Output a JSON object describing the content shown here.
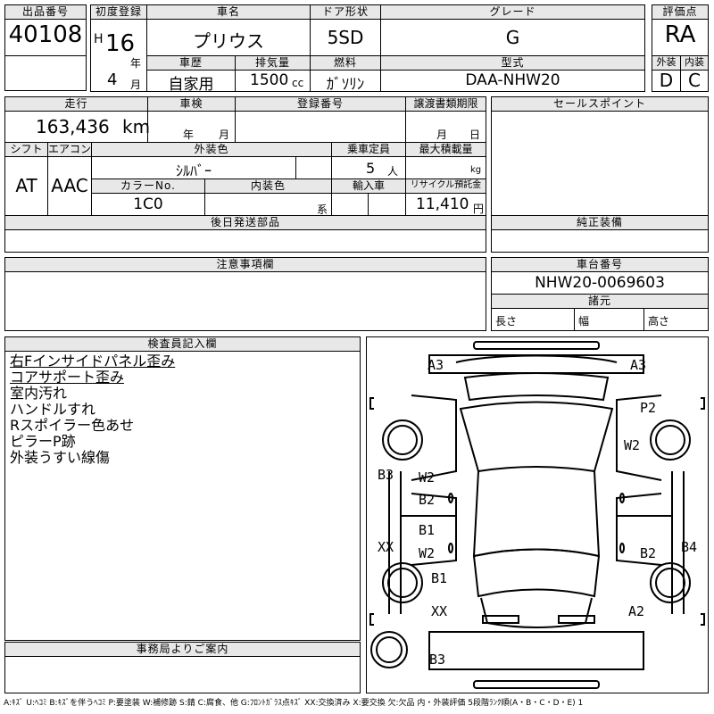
{
  "header": {
    "lot_no_label": "出品番号",
    "lot_no": "40108",
    "first_reg_label": "初度登録",
    "era": "H",
    "year": "16",
    "year_unit": "年",
    "month": "4",
    "month_unit": "月",
    "car_name_label": "車名",
    "car_name": "プリウス",
    "door_label": "ドア形状",
    "door": "5SD",
    "grade_label": "グレード",
    "grade": "G",
    "score_label": "評価点",
    "score": "RA",
    "history_label": "車歴",
    "history": "自家用",
    "displacement_label": "排気量",
    "displacement": "1500",
    "displacement_unit": "cc",
    "fuel_label": "燃料",
    "fuel": "ｶﾞｿﾘﾝ",
    "model_label": "型式",
    "model": "DAA-NHW20",
    "exterior_label": "外装",
    "exterior_grade": "D",
    "interior_label": "内装",
    "interior_grade": "C"
  },
  "row2": {
    "mileage_label": "走行",
    "mileage": "163,436",
    "mileage_unit": "km",
    "inspection_label": "車検",
    "inspection_year_unit": "年",
    "inspection_month_unit": "月",
    "reg_no_label": "登録番号",
    "transfer_label": "譲渡書類期限",
    "transfer_month_unit": "月",
    "transfer_day_unit": "日",
    "sales_point_label": "セールスポイント",
    "shift_label": "シフト",
    "shift": "AT",
    "ac_label": "エアコン",
    "ac": "AAC",
    "ext_color_label": "外装色",
    "ext_color": "ｼﾙﾊﾞｰ",
    "capacity_label": "乗車定員",
    "capacity": "5",
    "capacity_unit": "人",
    "max_load_label": "最大積載量",
    "max_load_unit": "kg",
    "color_no_label": "カラーNo.",
    "color_no": "1C0",
    "int_color_label": "内装色",
    "int_color_unit": "系",
    "import_label": "輸入車",
    "recycle_label": "リサイクル預託金",
    "recycle": "11,410",
    "recycle_unit": "円",
    "later_parts_label": "後日発送部品",
    "genuine_label": "純正装備"
  },
  "notes_label": "注意事項欄",
  "chassis": {
    "label": "車台番号",
    "value": "NHW20-0069603",
    "dims_label": "諸元",
    "length_label": "長さ",
    "width_label": "幅",
    "height_label": "高さ"
  },
  "inspector": {
    "label": "検査員記入欄",
    "notes": [
      "右Fインサイドパネル歪み",
      "コアサポート歪み",
      "室内汚れ",
      "ハンドルすれ",
      "Rスポイラー色あせ",
      "ピラーP跡",
      "外装うすい線傷"
    ]
  },
  "office_label": "事務局よりご案内",
  "diagram_marks": [
    "A3",
    "A3",
    "P2",
    "W2",
    "B3",
    "W2",
    "B2",
    "B1",
    "W2",
    "XX",
    "B4",
    "B2",
    "B1",
    "XX",
    "A2",
    "B3"
  ],
  "legend": "A:ｷｽﾞ U:ﾍｺﾐ B:ｷｽﾞを伴うﾍｺﾐ P:要塗装 W:補修跡 S:錆 C:腐食、他 G:ﾌﾛﾝﾄｶﾞﾗｽ点ｷｽﾞ XX:交換済み X:要交換 欠:欠品 内・外装評価 5段階ﾗﾝｸ順(A・B・C・D・E) 1"
}
